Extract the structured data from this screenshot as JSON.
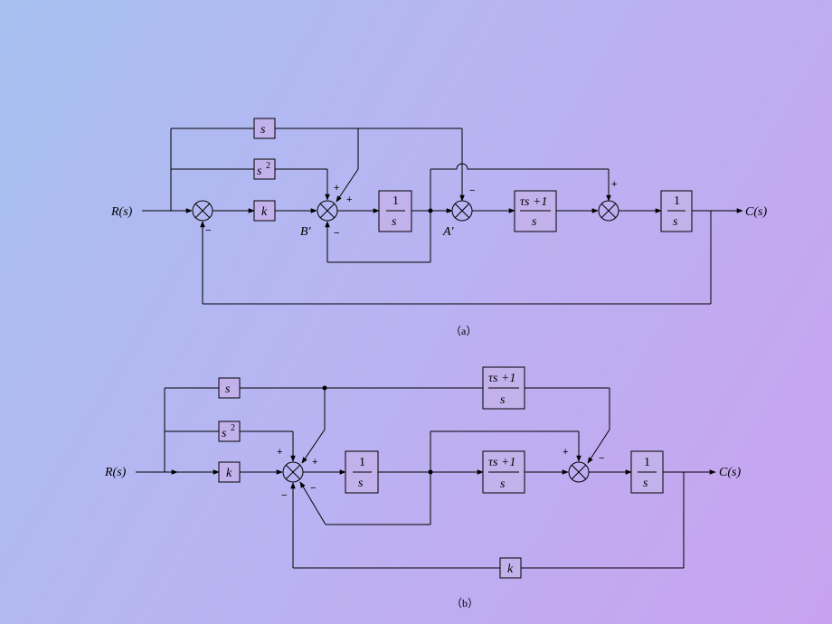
{
  "diagram_a": {
    "caption": "（a）",
    "input": "R(s)",
    "output": "C(s)",
    "blocks": {
      "s": "s",
      "s2": "s",
      "s2_exp": "2",
      "k": "k",
      "integ1_num": "1",
      "integ1_den": "s",
      "tau_num": "τs +1",
      "tau_den": "s",
      "integ2_num": "1",
      "integ2_den": "s"
    },
    "point_b": "B′",
    "point_a": "A′",
    "signs": {
      "sj1_minus": "−",
      "sj2_plus_top": "+",
      "sj2_plus_right": "+",
      "sj2_minus": "−",
      "sj3_minus": "−",
      "sj4_plus": "+"
    }
  },
  "diagram_b": {
    "caption": "（b）",
    "input": "R(s)",
    "output": "C(s)",
    "blocks": {
      "s": "s",
      "s2": "s",
      "s2_exp": "2",
      "k": "k",
      "tau_top_num": "τs +1",
      "tau_top_den": "s",
      "integ1_num": "1",
      "integ1_den": "s",
      "tau_num": "τs +1",
      "tau_den": "s",
      "integ2_num": "1",
      "integ2_den": "s",
      "k_feedback": "k"
    },
    "signs": {
      "sj1_plus_left": "+",
      "sj1_plus_right": "+",
      "sj1_minus_right": "−",
      "sj1_minus_left": "−",
      "sj2_plus": "+",
      "sj2_minus": "−"
    }
  }
}
